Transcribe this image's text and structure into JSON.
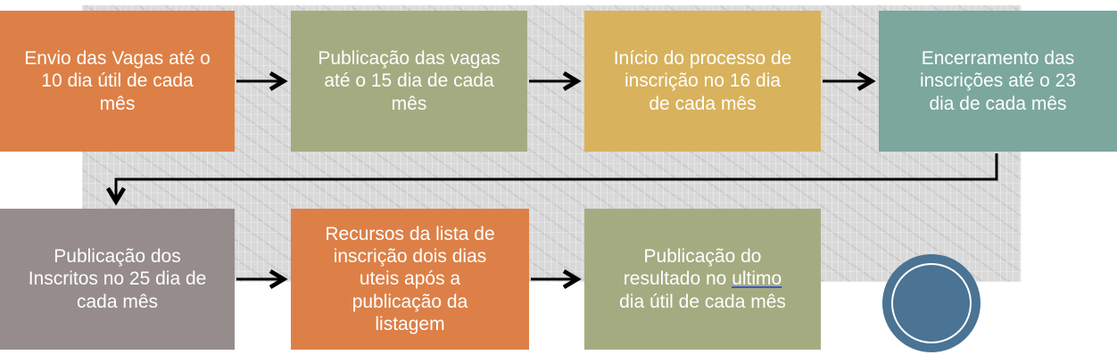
{
  "steps": [
    {
      "lines": [
        "Envio das Vagas até o",
        "10 dia útil de cada",
        "mês"
      ]
    },
    {
      "lines": [
        "Publicação das vagas",
        "até o 15 dia de cada",
        "mês"
      ]
    },
    {
      "lines": [
        "Início do processo de",
        "inscrição no 16 dia",
        "de cada mês"
      ]
    },
    {
      "lines": [
        "Encerramento das",
        "inscrições até o 23",
        "dia de cada mês"
      ]
    },
    {
      "lines": [
        "Publicação dos",
        "Inscritos no 25 dia de",
        "cada mês"
      ]
    },
    {
      "lines": [
        "Recursos da lista de",
        "inscrição dois dias",
        "uteis após a",
        "publicação da",
        "listagem"
      ]
    },
    {
      "line1": "Publicação do",
      "line2_pre": "resultado no ",
      "line2_ul": "ultimo",
      "line3": "dia útil de cada mês"
    }
  ],
  "colors": {
    "orange": "#dd8047",
    "olive": "#a5ab81",
    "gold": "#d8b25c",
    "teal": "#7ba79d",
    "taupe": "#968c8c",
    "blue_circle": "#4a7394"
  }
}
